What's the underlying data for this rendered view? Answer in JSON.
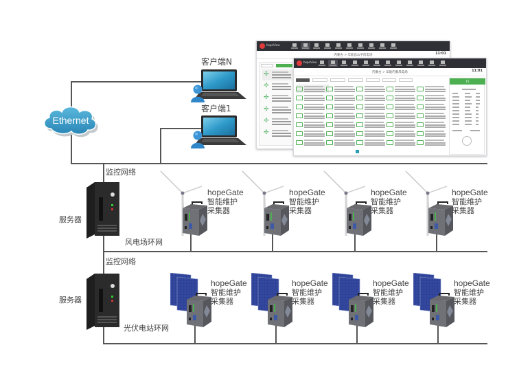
{
  "diagram": {
    "cloud": {
      "label": "Ethernet",
      "color": "#3a9cc8"
    },
    "clients": [
      {
        "label": "客户端N"
      },
      {
        "label": "客户端1"
      }
    ],
    "wind_section": {
      "network_label": "监控网络",
      "server_label": "服务器",
      "ring_label": "风电场环网",
      "gateways": [
        {
          "name": "hopeGate",
          "line2": "智能维护",
          "line3": "采集器"
        },
        {
          "name": "hopeGate",
          "line2": "智能维护",
          "line3": "采集器"
        },
        {
          "name": "hopeGate",
          "line2": "智能维护",
          "line3": "采集器"
        },
        {
          "name": "hopeGate",
          "line2": "智能维护",
          "line3": "采集器"
        }
      ]
    },
    "solar_section": {
      "network_label": "监控网络",
      "server_label": "服务器",
      "ring_label": "光伏电站环网",
      "gateways": [
        {
          "name": "hopeGate",
          "line2": "智能维护",
          "line3": "采集器"
        },
        {
          "name": "hopeGate",
          "line2": "智能维护",
          "line3": "采集器"
        },
        {
          "name": "hopeGate",
          "line2": "智能维护",
          "line3": "采集器"
        },
        {
          "name": "hopeGate",
          "line2": "智能维护",
          "line3": "采集器"
        }
      ]
    },
    "software_screens": {
      "back": {
        "brand": "hopeView",
        "title": "内蒙古 > 华能昌山子风电场",
        "clock": "11:01"
      },
      "front": {
        "brand": "hopeView",
        "title": "内蒙古 > 华能内蒙风电场",
        "clock": "11:01",
        "panel_title": "F1"
      }
    },
    "colors": {
      "line": "#555555",
      "cloud": "#3a9cc8",
      "person": "#2f86c8",
      "panel": "#2b3f93",
      "accent_green": "#4caf50"
    }
  }
}
